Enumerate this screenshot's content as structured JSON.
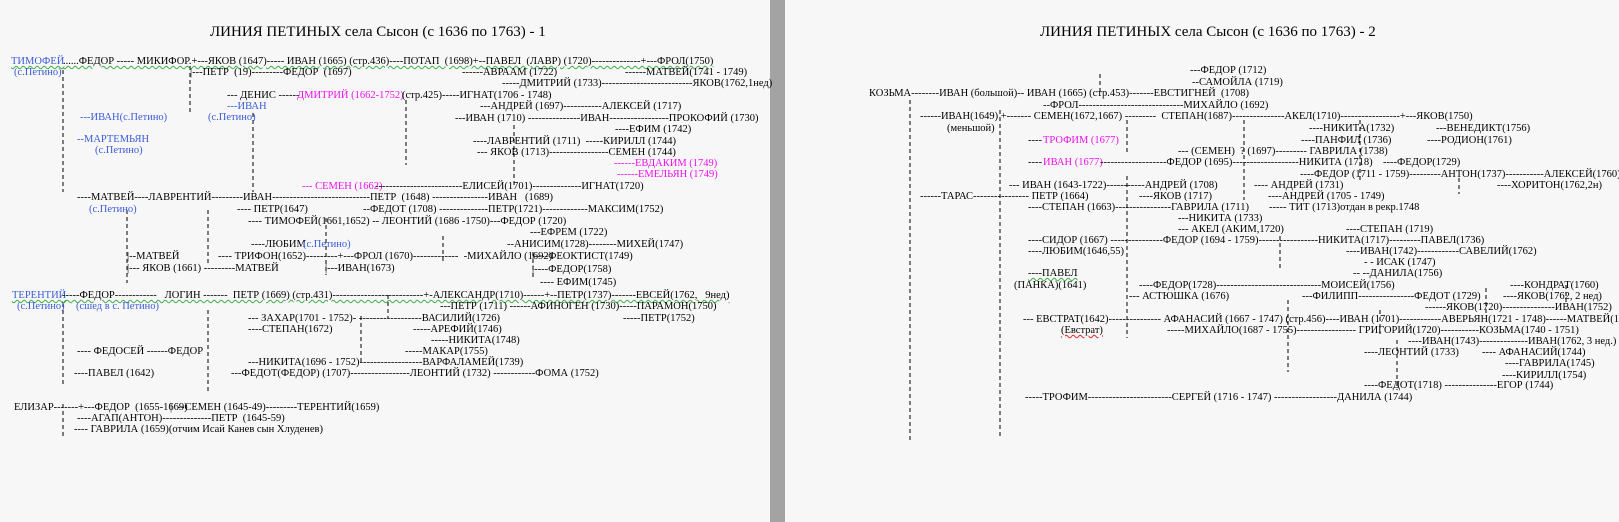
{
  "left": {
    "title": "ЛИНИЯ ПЕТИНЫХ села Сысон (с 1636 по 1763) - 1",
    "items": [
      "ТИМОФЕЙ",
      "(с.Петино)",
      "......ФЕДОР ----- МИКИФОР.+---ЯКОВ (1647)----- ИВАН (1665) (стр.436)----ПОТАП  (1698)+--ПАВЕЛ  (ЛАВР) (1720)--------------+---ФРОЛ(1750)",
      "|---ПЕТР  (19)---------ФЕДОР  (1697)",
      "------АВРААМ (1722)",
      "------МАТВЕЙ(1741 - 1749)",
      "-----ДМИТРИЙ (1733)--------------------------ЯКОВ(1762,1нед)",
      "--- ДЕНИС ------ ",
      "ДМИТРИЙ (1662-1752)",
      "(стр.425)-----ИГНАТ(1706 - 1748)",
      "---ИВАН",
      "---АНДРЕЙ (1697)-----------АЛЕКСЕЙ (1717)",
      "---ИВАН(с.Петино)",
      "(с.Петино)",
      "---ИВАН (1710) ---------------ИВАН-----------------ПРОКОФИЙ (1730)",
      "----ЕФИМ (1742)",
      "--МАРТЕМЬЯН",
      "----ЛАВРЕНТИЙ (1711)  -----КИРИЛЛ (1744)",
      "(с.Петино)",
      "--- ЯКОВ (1713)-----------------СЕМЕН (1744)",
      "------ЕВДАКИМ (1749)",
      "------ЕМЕЛЬЯН (1749)",
      "--- СЕМЕН (1662)",
      "-------------------------ЕЛИСЕЙ(1701)--------------ИГНАТ(1720)",
      "----МАТВЕЙ----ЛАВРЕНТИЙ---------ИВАН----------------------------ПЕТР  (1648) ----------------ИВАН   (1689)",
      "(с.Петино)",
      "---- ПЕТР(1647)",
      "--ФЕДОТ (1708) --------------ПЕТР(1721)-------------МАКСИМ(1752)",
      "---- ТИМОФЕЙ(1661,1652) -- ЛЕОНТИЙ (1686 -1750)---ФЕДОР (1720)",
      "---ЕФРЕМ (1722)",
      "----ЛЮБИМ",
      "(с.Петино)",
      "--АНИСИМ(1728)--------МИХЕЙ(1747)",
      "|--МАТВЕЙ",
      "---- ТРИФОН(1652)---------+---ФРОЛ (1670)-------------  -МИХАЙЛО (1692)",
      "|----ФЕОКТИСТ(1749)",
      "|--- ЯКОВ (1661) ---------МАТВЕЙ",
      "|---ИВАН(1673)",
      "|----ФЕДОР(1758)",
      "---- ЕФИМ(1745)",
      "ТЕРЕНТИЙ",
      "-----ФЕДОР------------   ЛОГИН -------  ПЕТР (1669) (стр.431)--------------------------+-АЛЕКСАНДР(1710)------+--ПЕТР(1737)-------ЕВСЕЙ(1762,   9нед)",
      "(с.Петино)",
      "(сшед в с. Петино)",
      "---ПЕТР (1711) ------АФИНОГЕН (1730)-----ПАРАМОН(1750)",
      "--- ЗАХАР(1701 - 1752)- ------------------ВАСИЛИЙ(1726)",
      "-----ПЕТР(1752)",
      "----СТЕПАН(1672)",
      "-----АРЕФИЙ(1746)",
      "-----НИКИТА(1748)",
      "---- ФЕДОСЕЙ ------ФЕДОР",
      "-----МАКАР(1755)",
      "---НИКИТА(1696 - 1752)------------------ВАРФАЛАМЕЙ(1739)",
      "----ПАВЕЛ (1642)",
      "---ФЕДОТ(ФЕДОР) (1707)-----------------ЛЕОНТИЙ (1732) ------------ФОМА (1752)",
      "ЕЛИЗАР-------+---ФЕДОР  (1655-1669)",
      "|  --СЕМЕН (1645-49)---------ТЕРЕНТИЙ(1659)",
      "----АГАП(АНТОН)--------------ПЕТР  (1645-59)",
      "---- ГАВРИЛА (1659)(отчим Исай Канев сын Хлуденев)"
    ]
  },
  "right": {
    "title": "ЛИНИЯ ПЕТИНЫХ села Сысон (с 1636 по 1763) - 2",
    "items": [
      "---ФЕДОР (1712)",
      "--САМОЙЛА (1719)",
      "КОЗЬМА--------ИВАН (большой)-- ИВАН (1665) (стр.453)-------ЕВСТИГНЕЙ  (1708)",
      "--ФРОЛ------------------------------МИХАЙЛО (1692)",
      "------ИВАН(1649) +------- СЕМЕН(1672,1667) ---------  СТЕПАН(1687)---------------АКЕЛ(1710)-----------------+---ЯКОВ(1750)",
      "(меньшой)",
      "----НИКИТА(1732)",
      "---ВЕНЕДИКТ(1756)",
      "---- ",
      "ТРОФИМ (1677)",
      "----ПАНФИЛ (1736)",
      "----РОДИОН(1761)",
      "--- (СЕМЕН)  ? (1697)--------- ГАВРИЛА (1738)",
      "---- ",
      "ИВАН (1677)",
      "-------------------ФЕДОР (1695)-------------------НИКИТА (1718)",
      "----ФЕДОР(1729)",
      "----ФЕДОР (1711 - 1759)---------АНТОН(1737)-----------АЛЕКСЕЙ(1760)",
      "--- ИВАН (1643-1722)-----------АНДРЕЙ (1708)",
      "---- АНДРЕЙ (1731)",
      "----ХОРИТОН(1762,2н)",
      "------ТАРАС---------------- ПЕТР (1664)",
      "----ЯКОВ (1717)",
      "----АНДРЕЙ (1705 - 1749)",
      "----СТЕПАН (1663)----------------ГАВРИЛА (1711)",
      "----- ТИТ (1713)отдан в рекр.1748",
      "---НИКИТА (1733)",
      "--- АКЕЛ (АКИМ,1720)",
      "----СТЕПАН (1719)",
      "----СИДОР (1667) ---------------ФЕДОР (1694 - 1759)-----------------НИКИТА(1717)---------ПАВЕЛ(1736)",
      "----ЛЮБИМ(1646,55)",
      "----ИВАН(1742)------------САВЕЛИЙ(1762)",
      "- - ИСАК (1747)",
      "----ПАВЕЛ",
      "-- --ДАНИЛА(1756)",
      "(ПАНКА)(1641)",
      "----ФЕДОР(1728)------------------------------МОИСЕЙ(1756)",
      "----КОНДРАТ(1760)",
      "--- АСТЮШКА (1676)",
      "---ФИЛИПП----------------ФЕДОТ (1729)",
      "----ЯКОВ(1762, 2 нед)",
      "------ЯКОВ(1720)---------------ИВАН(1752)",
      "--- ЕВСТРАТ(1642)--------------- АФАНАСИЙ (1667 - 1747) (стр.456)----ИВАН (1701)------------АВЕРЬЯН(1721 - 1748)------МАТВЕЙ(1747)",
      "(Евстрат)",
      "-----МИХАЙЛО(1687 - 1755)----------------- ГРИГОРИЙ(1720)-----------КОЗЬМА(1740 - 1751)",
      "----ИВАН(1743)--------------ИВАН(1762, 3 нед.)",
      "----ЛЕОНТИЙ (1733)",
      "---- АФАНАСИЙ(1744)",
      "----ГАВРИЛА(1745)",
      "----КИРИЛЛ(1754)",
      "----ФЕДОТ(1718) ---------------ЕГОР (1744)",
      "-----ТРОФИМ------------------------СЕРГЕЙ (1716 - 1747) ------------------ДАНИЛА (1744)"
    ]
  },
  "colors": {
    "relocated": "#3b5bd9",
    "highlight": "#ee11ee",
    "text": "#000000",
    "separator": "#a3a3a3"
  }
}
